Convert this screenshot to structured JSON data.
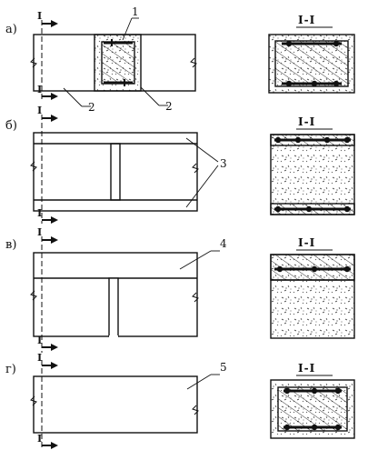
{
  "colors": {
    "ink": "#111111",
    "paper": "#ffffff"
  },
  "section_label": "I-I",
  "cut_label": "I",
  "panels": [
    {
      "id": "a",
      "label": "а)",
      "callouts": [
        "1",
        "2",
        "2"
      ]
    },
    {
      "id": "b",
      "label": "б)",
      "callouts": [
        "3"
      ]
    },
    {
      "id": "v",
      "label": "в)",
      "callouts": [
        "4"
      ]
    },
    {
      "id": "g",
      "label": "г)",
      "callouts": [
        "5"
      ]
    }
  ]
}
